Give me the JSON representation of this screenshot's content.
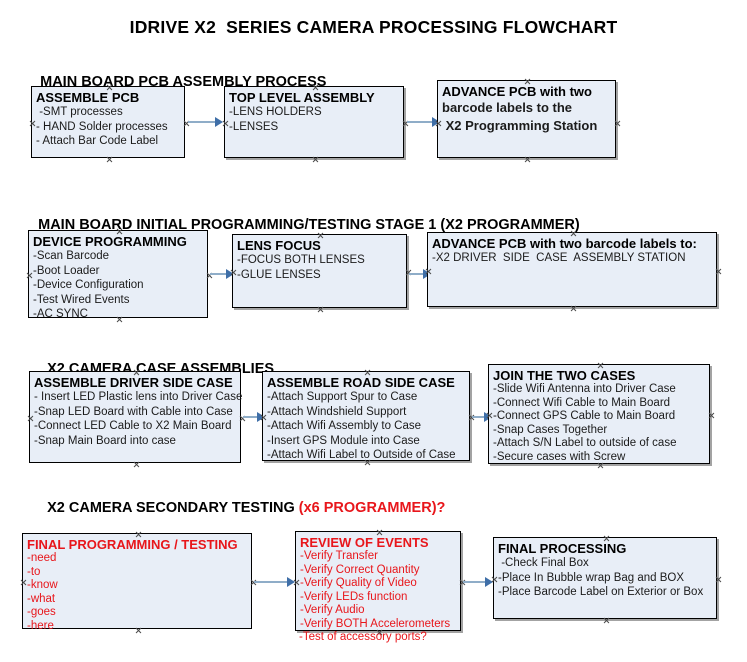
{
  "title": "IDRIVE X2  SERIES CAMERA PROCESSING FLOWCHART",
  "colors": {
    "box_fill": "#e8eef7",
    "box_border": "#000000",
    "accent_red": "#e8161b",
    "arrow_shaft": "#8fadc8",
    "arrow_head": "#3f6fa8",
    "text": "#000000"
  },
  "sections": [
    {
      "header": "MAIN BOARD PCB ASSEMBLY PROCESS",
      "header_accent": ""
    },
    {
      "header": "MAIN BOARD INITIAL PROGRAMMING/TESTING STAGE 1 (X2 PROGRAMMER)",
      "header_accent": ""
    },
    {
      "header": "X2 CAMERA CASE ASSEMBLIES",
      "header_accent": ""
    },
    {
      "header": "X2 CAMERA SECONDARY TESTING ",
      "header_accent": "(x6 PROGRAMMER)?"
    }
  ],
  "nodes": {
    "assemble_pcb": {
      "title": "ASSEMBLE PCB",
      "lines": [
        " -SMT processes",
        "- HAND Solder processes",
        "- Attach Bar Code Label"
      ]
    },
    "top_level_assembly": {
      "title": "TOP LEVEL ASSEMBLY",
      "lines": [
        "-LENS HOLDERS",
        "-LENSES"
      ]
    },
    "advance_pcb_station": {
      "title": "ADVANCE PCB with two",
      "lines": [
        "barcode labels to the",
        " X2 Programming Station"
      ]
    },
    "device_programming": {
      "title": "DEVICE PROGRAMMING",
      "lines": [
        "-Scan Barcode",
        "-Boot Loader",
        "-Device Configuration",
        "-Test Wired Events",
        "-AC SYNC"
      ]
    },
    "lens_focus": {
      "title": "LENS FOCUS",
      "lines": [
        "-FOCUS BOTH LENSES",
        "-GLUE LENSES"
      ]
    },
    "advance_pcb_driver": {
      "title": "ADVANCE PCB with two barcode labels to:",
      "lines": [
        "-X2 DRIVER  SIDE  CASE  ASSEMBLY STATION"
      ]
    },
    "assemble_driver_side_case": {
      "title": "ASSEMBLE DRIVER SIDE CASE",
      "lines": [
        "- Insert LED Plastic lens into Driver Case",
        "-Snap LED Board with Cable into Case",
        "-Connect LED Cable to X2 Main Board",
        "-Snap Main Board into case"
      ]
    },
    "assemble_road_side_case": {
      "title": "ASSEMBLE ROAD SIDE CASE",
      "lines": [
        "-Attach Support Spur to Case",
        "-Attach Windshield Support",
        "-Attach Wifi Assembly to Case",
        "-Insert GPS Module into Case",
        "-Attach Wifi Label to Outside of Case"
      ]
    },
    "join_the_two_cases": {
      "title": "JOIN THE TWO CASES",
      "lines": [
        "-Slide Wifi Antenna into Driver Case",
        "-Connect Wifi Cable to Main Board",
        "-Connect GPS Cable to Main Board",
        "-Snap Cases Together",
        "-Attach S/N Label to outside of case",
        "-Secure cases with Screw"
      ]
    },
    "final_programming_testing": {
      "title": "FINAL PROGRAMMING / TESTING",
      "lines": [
        "-need",
        "-to",
        "-know",
        "-what",
        "-goes",
        "-here"
      ]
    },
    "review_of_events": {
      "title": "REVIEW OF EVENTS",
      "lines": [
        "-Verify Transfer",
        "-Verify Correct Quantity",
        "-Verify Quality of Video",
        "-Verify LEDs function",
        "-Verify Audio",
        "-Verify BOTH Accelerometers"
      ],
      "overflow_line": "-Test of accessory ports?"
    },
    "final_processing": {
      "title": "FINAL PROCESSING",
      "lines": [
        " -Check Final Box",
        "-Place In Bubble wrap Bag and BOX",
        "-Place Barcode Label on Exterior or Box"
      ]
    }
  }
}
